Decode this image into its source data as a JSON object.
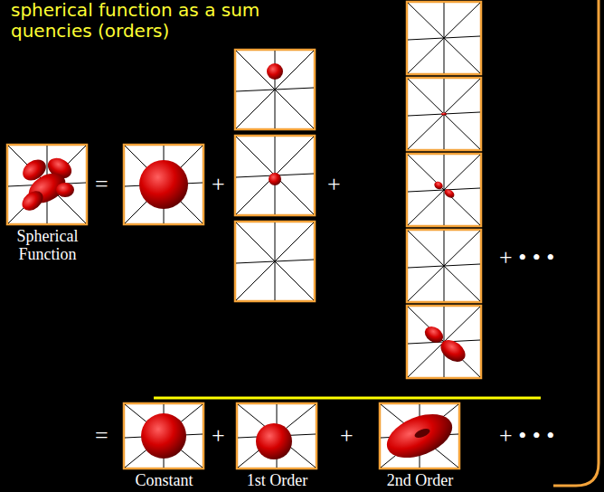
{
  "diagram": {
    "title": "spherical function as a sum quencies (orders)",
    "nodes": [
      {
        "text": [
          "Spherical Function"
        ]
      },
      {
        "text": [
          "Constant"
        ]
      },
      {
        "text": [
          "1st Order"
        ]
      },
      {
        "text": [
          "2nd Order"
        ]
      }
    ],
    "labels": [
      "=",
      "+",
      "+",
      "+ • • •",
      "=",
      "+",
      "+",
      "+ • • •"
    ]
  }
}
